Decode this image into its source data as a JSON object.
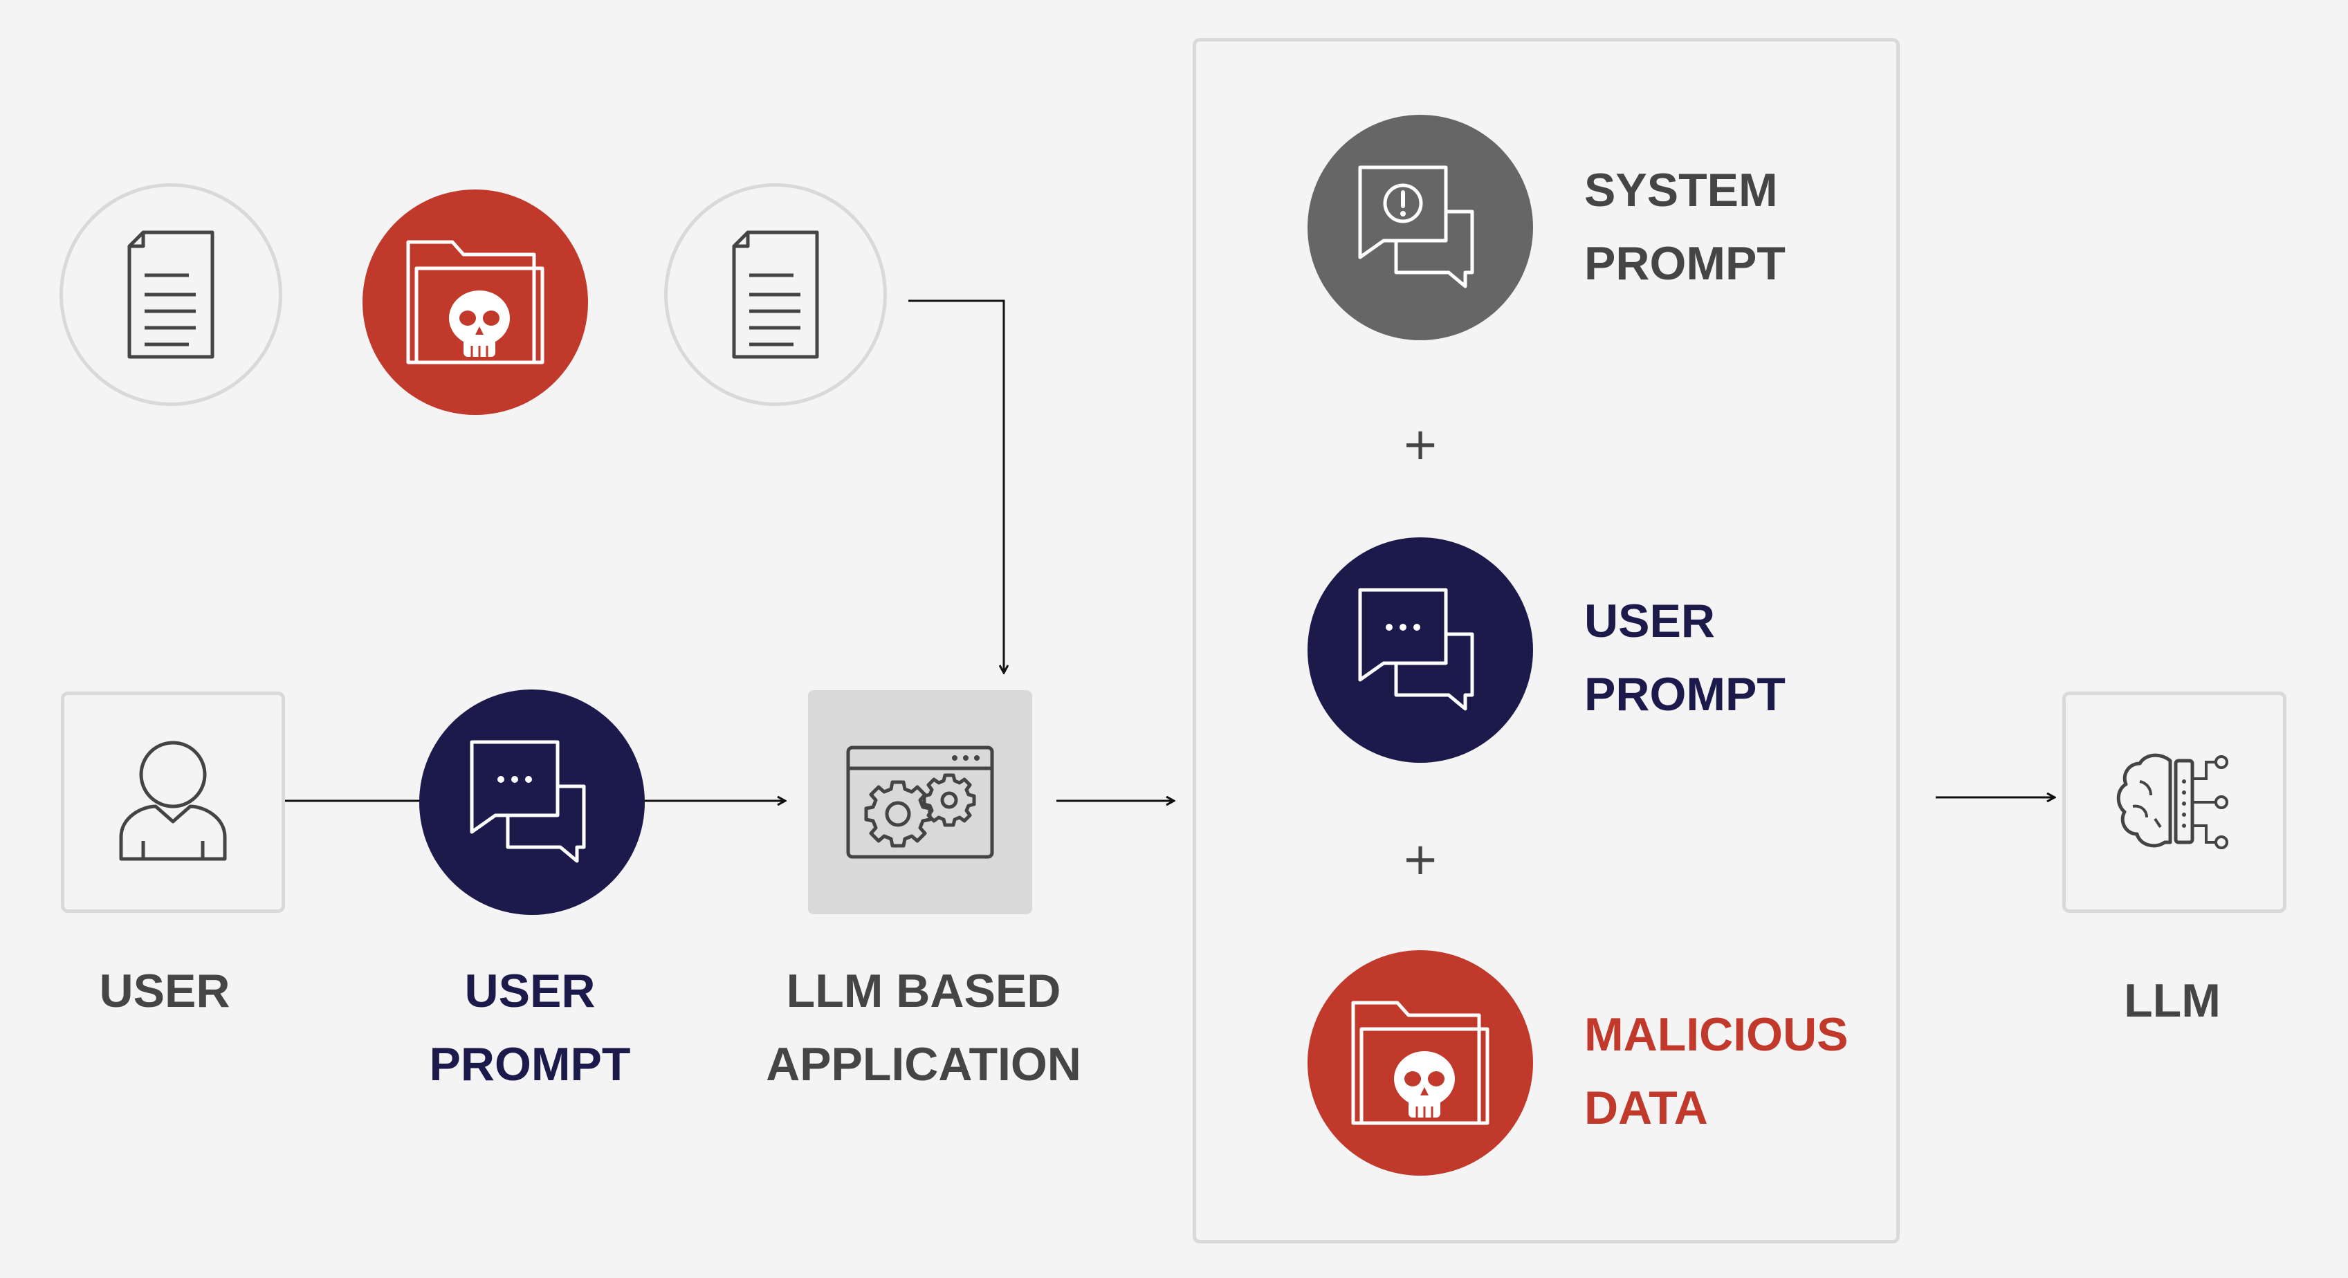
{
  "colors": {
    "background": "#f4f4f4",
    "navy": "#1b1a4b",
    "red": "#c0392b",
    "gray_dark": "#666666",
    "gray_text": "#454545",
    "outline": "#d9d9d9"
  },
  "nodes": {
    "user": {
      "label": "USER",
      "icon": "user-icon"
    },
    "user_prompt": {
      "line1": "USER",
      "line2": "PROMPT",
      "icon": "chat-bubbles-icon"
    },
    "app": {
      "line1": "LLM BASED",
      "line2": "APPLICATION",
      "icon": "app-window-gears-icon"
    },
    "llm": {
      "label": "LLM",
      "icon": "ai-brain-icon"
    }
  },
  "sources": [
    {
      "icon": "document-icon"
    },
    {
      "icon": "malicious-folder-icon"
    },
    {
      "icon": "document-icon"
    }
  ],
  "context": {
    "system": {
      "line1": "SYSTEM",
      "line2": "PROMPT",
      "icon": "alert-chat-icon"
    },
    "user": {
      "line1": "USER",
      "line2": "PROMPT",
      "icon": "chat-bubbles-icon"
    },
    "malicious": {
      "line1": "MALICIOUS",
      "line2": "DATA",
      "icon": "malicious-folder-icon"
    },
    "plus": "+"
  }
}
